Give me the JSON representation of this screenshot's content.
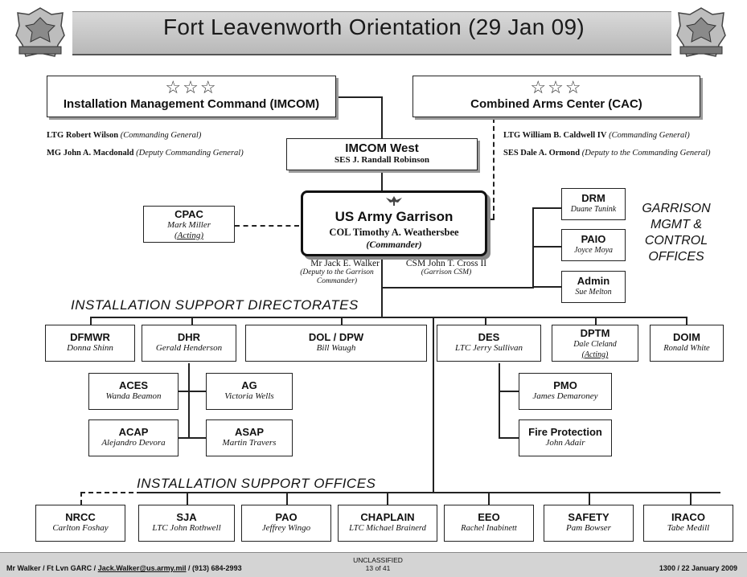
{
  "title": "Fort Leavenworth Orientation (29 Jan 09)",
  "imcom": {
    "stars": "☆☆☆",
    "name": "Installation Management Command (IMCOM)",
    "cg": "LTG Robert Wilson",
    "cg_role": "(Commanding General)",
    "dcg": "MG John A. Macdonald",
    "dcg_role": "(Deputy Commanding General)"
  },
  "cac": {
    "stars": "☆☆☆",
    "name": "Combined Arms Center (CAC)",
    "cg": "LTG William B. Caldwell IV",
    "cg_role": "(Commanding General)",
    "dcg": "SES Dale A. Ormond",
    "dcg_role": "(Deputy to the Commanding General)"
  },
  "imcom_west": {
    "name": "IMCOM West",
    "person": "SES J. Randall Robinson"
  },
  "garrison": {
    "name": "US Army Garrison",
    "person": "COL Timothy A. Weathersbee",
    "role": "(Commander)"
  },
  "cpac": {
    "name": "CPAC",
    "person": "Mark Miller",
    "note": "(Acting)"
  },
  "deputy": {
    "name": "Mr Jack E. Walker",
    "role": "(Deputy to the Garrison Commander)"
  },
  "csm": {
    "name": "CSM John T. Cross II",
    "role": "(Garrison CSM)"
  },
  "garrison_offices_label": "GARRISON MGMT & CONTROL OFFICES",
  "mgmt_offices": [
    {
      "name": "DRM",
      "person": "Duane Tunink"
    },
    {
      "name": "PAIO",
      "person": "Joyce Moya"
    },
    {
      "name": "Admin",
      "person": "Sue Melton"
    }
  ],
  "directorates_label": "INSTALLATION SUPPORT DIRECTORATES",
  "directorates": [
    {
      "name": "DFMWR",
      "person": "Donna Shinn"
    },
    {
      "name": "DHR",
      "person": "Gerald Henderson"
    },
    {
      "name": "DOL / DPW",
      "person": "Bill Waugh"
    },
    {
      "name": "DES",
      "person": "LTC Jerry Sullivan"
    },
    {
      "name": "DPTM",
      "person": "Dale Cleland",
      "note": "(Acting)"
    },
    {
      "name": "DOIM",
      "person": "Ronald White"
    }
  ],
  "dhr_subs": [
    {
      "name": "ACES",
      "person": "Wanda Beamon"
    },
    {
      "name": "AG",
      "person": "Victoria Wells"
    },
    {
      "name": "ACAP",
      "person": "Alejandro Devora"
    },
    {
      "name": "ASAP",
      "person": "Martin Travers"
    }
  ],
  "des_subs": [
    {
      "name": "PMO",
      "person": "James Demaroney"
    },
    {
      "name": "Fire Protection",
      "person": "John Adair"
    }
  ],
  "offices_label": "INSTALLATION SUPPORT OFFICES",
  "offices": [
    {
      "name": "NRCC",
      "person": "Carlton Foshay"
    },
    {
      "name": "SJA",
      "person": "LTC John Rothwell"
    },
    {
      "name": "PAO",
      "person": "Jeffrey Wingo"
    },
    {
      "name": "CHAPLAIN",
      "person": "LTC Michael Brainerd"
    },
    {
      "name": "EEO",
      "person": "Rachel Inabinett"
    },
    {
      "name": "SAFETY",
      "person": "Pam Bowser"
    },
    {
      "name": "IRACO",
      "person": "Tabe Medill"
    }
  ],
  "footer": {
    "left": "Mr Walker / Ft Lvn GARC / ",
    "email": "Jack.Walker@us.army.mil",
    "phone": " / (913) 684-2993",
    "classification": "UNCLASSIFIED",
    "page": "13 of 41",
    "right": "1300 / 22 January 2009"
  }
}
